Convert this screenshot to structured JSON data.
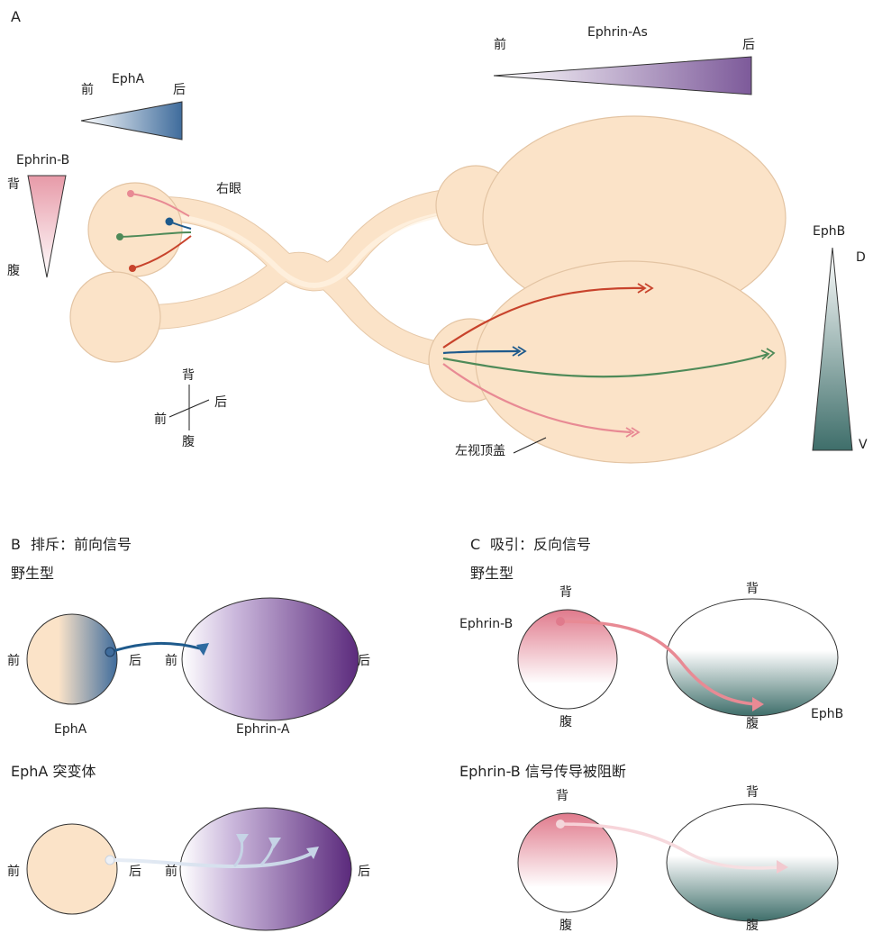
{
  "panel_a": {
    "letter": "A",
    "epha": {
      "title": "EphA",
      "anterior": "前",
      "posterior": "后"
    },
    "ephrin_as": {
      "title": "Ephrin-As",
      "anterior": "前",
      "posterior": "后"
    },
    "ephrin_b": {
      "title": "Ephrin-B",
      "dorsal": "背",
      "ventral": "腹"
    },
    "ephb": {
      "title": "EphB",
      "d": "D",
      "v": "V"
    },
    "right_eye": "右眼",
    "left_tectum": "左视顶盖",
    "axes": {
      "dorsal": "背",
      "ventral": "腹",
      "anterior": "前",
      "posterior": "后"
    }
  },
  "panel_b": {
    "letter": "B",
    "title": "排斥：前向信号",
    "wildtype": "野生型",
    "mutant": "EphA 突变体",
    "anterior": "前",
    "posterior": "后",
    "retina_label": "EphA",
    "tectum_label": "Ephrin-A"
  },
  "panel_c": {
    "letter": "C",
    "title": "吸引：反向信号",
    "wildtype": "野生型",
    "blocked": "Ephrin-B 信号传导被阻断",
    "dorsal": "背",
    "ventral": "腹",
    "retina_label": "Ephrin-B",
    "tectum_label": "EphB"
  },
  "colors": {
    "tissue": "#fbe3c8",
    "epha_blue": "#3f6c9c",
    "ephrin_purple": "#7d5a9a",
    "ephrin_b_pink": "#e07a8c",
    "ephb_teal": "#3e6e6a",
    "axon_red": "#c8432c",
    "axon_green": "#4e8a58",
    "axon_blue": "#1e5a8c",
    "axon_pink": "#e88a94"
  }
}
